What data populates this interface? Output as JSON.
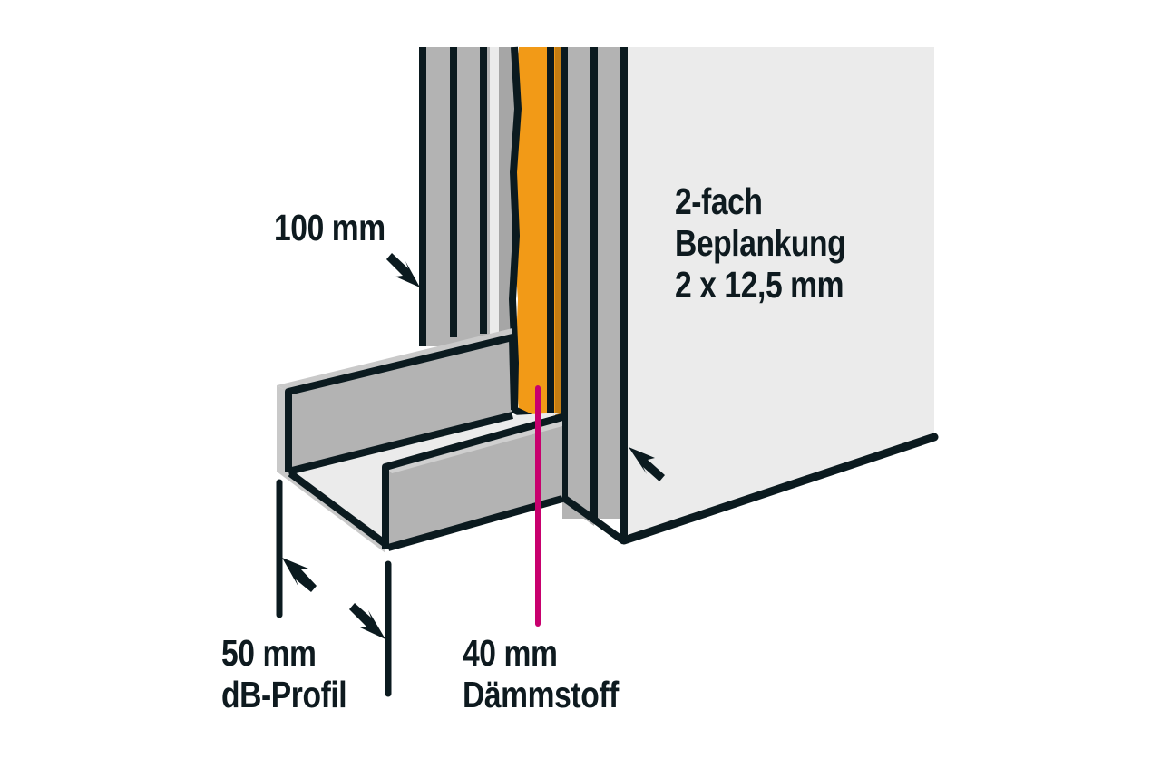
{
  "diagram": {
    "type": "cross-section illustration",
    "subject": "drywall stud wall base with insulation",
    "colors": {
      "outline": "#0b1a1f",
      "stud_gray": "#b3b3b3",
      "panel_light": "#ebebeb",
      "insulation_orange": "#f29a17",
      "insulation_shadow": "#c47d12",
      "leader_magenta": "#c8006e",
      "background": "#ffffff"
    },
    "labels": {
      "stud_depth": {
        "line1": "100 mm"
      },
      "boarding": {
        "line1": "2-fach",
        "line2": "Beplankung",
        "line3": "2 x 12,5 mm"
      },
      "profile": {
        "line1": "50 mm",
        "line2": "dB-Profil"
      },
      "insulation": {
        "line1": "40 mm",
        "line2": "Dämmstoff"
      }
    },
    "icons": [
      "arrow-icon-stud",
      "arrow-icon-boarding",
      "arrow-icon-profile-left",
      "arrow-icon-profile-right"
    ]
  }
}
